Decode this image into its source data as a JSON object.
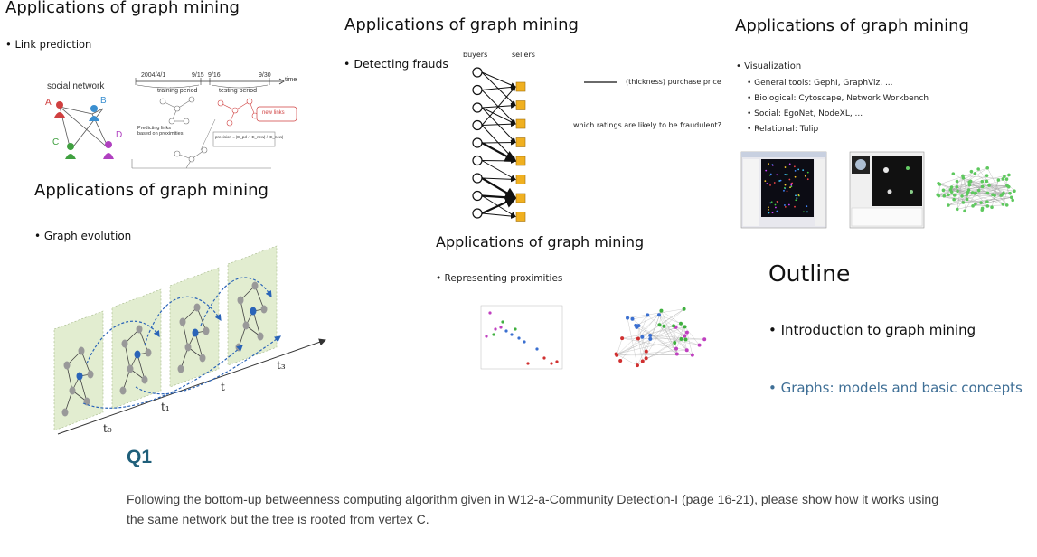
{
  "slide_link": {
    "title": "Applications of graph mining",
    "bullet": "• Link prediction",
    "graph_label": "social network",
    "nodes": [
      "A",
      "B",
      "C",
      "D"
    ],
    "timeline_dates": [
      "2004/4/1",
      "9/15",
      "9/16",
      "9/30"
    ],
    "timeline_unit": "time",
    "training_label": "training period",
    "testing_label": "testing period",
    "predict_label": "Predicting links\nbased on proximities",
    "new_links_label": "new links",
    "formula_label": "precision = |E_pd ∩ E_new| / |E_new|"
  },
  "slide_fraud": {
    "title": "Applications of graph mining",
    "bullet": "• Detecting frauds",
    "buyers_label": "buyers",
    "sellers_label": "sellers",
    "legend_label": "(thickness) purchase price",
    "question": "which ratings are likely to be fraudulent?"
  },
  "slide_vis": {
    "title": "Applications of graph mining",
    "bullet": "• Visualization",
    "sub_bullets": [
      "• General tools: GephI, GraphViz, ...",
      "• Biological: Cytoscape, Network Workbench",
      "• Social: EgoNet, NodeXL, ...",
      "• Relational: Tulip"
    ]
  },
  "slide_evolution": {
    "title": "Applications of graph mining",
    "bullet": "• Graph evolution",
    "time_labels": [
      "t₀",
      "t₁",
      "t",
      "t₃"
    ]
  },
  "slide_proximity": {
    "title": "Applications of graph mining",
    "bullet": "• Representing proximities"
  },
  "outline": {
    "title": "Outline",
    "items": [
      {
        "text": "• Introduction to graph mining",
        "color": "#111111"
      },
      {
        "text": "• Graphs: models and basic concepts",
        "color": "#3f6f96"
      }
    ]
  },
  "question": {
    "label": "Q1",
    "text": "Following the bottom-up betweenness computing algorithm given in W12-a-Community Detection-I (page 16-21), please show how it works using the same network but the tree is rooted from vertex C."
  },
  "colors": {
    "question_title": "#1f5f7a",
    "outline_highlight": "#3f6f96",
    "seller_box": "#f0b020",
    "plane_fill": "#dfeccc",
    "arrow_blue": "#2a64b8"
  }
}
